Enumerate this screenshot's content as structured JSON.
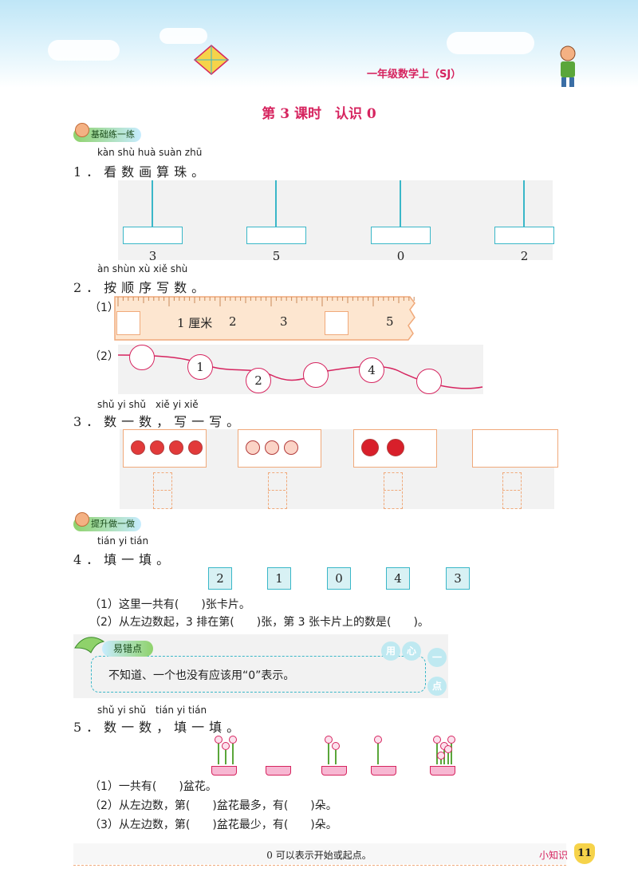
{
  "header": {
    "book_title": "一年级数学上（SJ）"
  },
  "lesson_title": "第 3 课时　认识 0",
  "section1": {
    "label": "基础练一练"
  },
  "section2": {
    "label": "提升做一做"
  },
  "q1": {
    "pinyin": "kàn shù huà suàn zhū",
    "text": "1．看数画算珠。",
    "numbers": [
      "3",
      "5",
      "0",
      "2"
    ]
  },
  "q2": {
    "pinyin": "àn shùn xù xiě shù",
    "text": "2．按顺序写数。",
    "part1_label": "（1）",
    "ruler_labels": [
      "1 厘米",
      "2",
      "3",
      "5"
    ],
    "part2_label": "（2）",
    "circle_values": [
      "",
      "1",
      "2",
      "",
      "4",
      ""
    ]
  },
  "q3": {
    "pinyin": "shǔ yi shǔ　xiě yi xiě",
    "text": "3．数一数，写一写。",
    "fruits": [
      {
        "name": "strawberry",
        "count": 4
      },
      {
        "name": "peach",
        "count": 3
      },
      {
        "name": "apple",
        "count": 2
      },
      {
        "name": "empty",
        "count": 0
      }
    ]
  },
  "q4": {
    "pinyin": "tián yi tián",
    "text": "4．填一填。",
    "cards": [
      "2",
      "1",
      "0",
      "4",
      "3"
    ],
    "sub1": "（1）这里一共有(　　)张卡片。",
    "sub2": "（2）从左边数起，3 排在第(　　)张，第 3 张卡片上的数是(　　)。"
  },
  "error_point": {
    "badge": "易错点",
    "text": "不知道、一个也没有应该用“0”表示。",
    "bubbles": [
      "用",
      "心",
      "一",
      "点"
    ]
  },
  "q5": {
    "pinyin": "shǔ yi shǔ　tián yi tián",
    "text": "5．数一数，填一填。",
    "flower_counts": [
      3,
      0,
      2,
      1,
      5
    ],
    "sub1": "（1）一共有(　　)盆花。",
    "sub2": "（2）从左边数，第(　　)盆花最多，有(　　)朵。",
    "sub3": "（3）从左边数，第(　　)盆花最少，有(　　)朵。"
  },
  "footer": {
    "tip": "0 可以表示开始或起点。",
    "label": "小知识",
    "page_number": "11"
  },
  "colors": {
    "accent": "#d6245f",
    "teal": "#3ab7c8",
    "orange": "#f0a97a"
  }
}
